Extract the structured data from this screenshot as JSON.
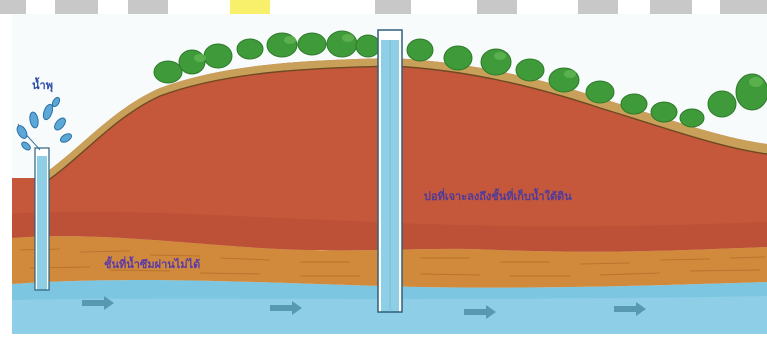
{
  "labels": {
    "spring": "น้ำพุ",
    "well": "บ่อที่เจาะลงถึงชั้นที่เก็บน้ำใต้ดิน",
    "impermeable_layer": "ชั้นที่น้ำซึมผ่านไม่ได้"
  },
  "colors": {
    "topsoil": "#c9a05a",
    "clay_layer": "#c5573a",
    "impermeable_band": "#d18a3c",
    "aquifer_water": "#7cc6e2",
    "well_water": "#8fcfe6",
    "trees": "#3f9a3a",
    "page_tabs": "#c8c8c8",
    "highlight_tab": "#f8ef6a",
    "label_text": "#4e3b9c"
  },
  "icons": [
    "tree-icon",
    "water-flow-arrow-icon",
    "spring-splash-icon"
  ]
}
